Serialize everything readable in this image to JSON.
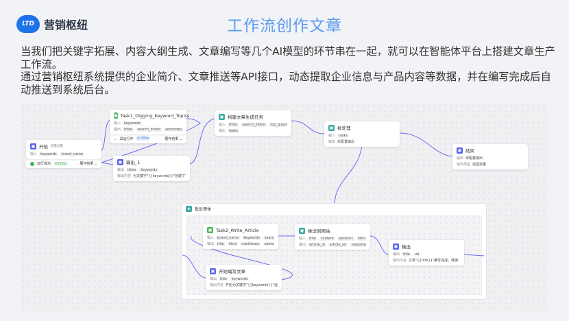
{
  "header": {
    "logo_text": "LTD",
    "brand": "营销枢纽",
    "title": "工作流创作文章"
  },
  "description": [
    "当我们把关键字拓展、内容大纲生成、文章编写等几个AI模型的环节串在一起，就可以在智能体平台上搭建文章生产工作流。",
    "通过营销枢纽系统提供的企业简介、文章推送等API接口，动态提取企业信息与产品内容等数据，并在编写完成后自动推送到系统后台。"
  ],
  "status": {
    "start": {
      "label": "运行成功",
      "badge": "0.000s",
      "link": "展开结果 ⌄"
    },
    "task1": {
      "label": "试运行中",
      "badge": "0.000s",
      "link": "展开结果 ⌄"
    }
  },
  "batch_body": {
    "title": "批处理体"
  },
  "colors": {
    "accent": "#5b5ef0",
    "title": "#5b9bf0"
  },
  "nodes": [
    {
      "id": "start",
      "title": "开始",
      "sub": "变量设置",
      "icon": "#5a63f0",
      "rows": [
        {
          "label": "输入",
          "tags": [
            "keywords",
            "brand_name"
          ]
        }
      ]
    },
    {
      "id": "task1",
      "title": "Task1_Digging_Keyword_Topics",
      "icon": "#4fb45e",
      "rows": [
        {
          "label": "输入",
          "tags": [
            "keywords"
          ]
        },
        {
          "label": "输出",
          "tags": [
            "titles",
            "search_intent",
            "secondary_k..."
          ]
        }
      ]
    },
    {
      "id": "output1",
      "title": "输出_1",
      "icon": "#5a63f0",
      "rows": [
        {
          "label": "输出",
          "tags": [
            "titles",
            "keywords"
          ]
        },
        {
          "label": "输出内容",
          "text": "为关键字\"{{keywords}}\"创建了下面的标..."
        }
      ]
    },
    {
      "id": "build",
      "title": "构建文章生成任务",
      "icon": "#3aa99f",
      "rows": [
        {
          "label": "输入",
          "tags": [
            "titles",
            "search_intent",
            "top_questio..."
          ]
        },
        {
          "label": "输出",
          "tags": [
            "tasks"
          ]
        }
      ]
    },
    {
      "id": "batch",
      "title": "批处理",
      "icon": "#3aa99f",
      "rows": [
        {
          "label": "输入",
          "tags": [
            "tasks"
          ]
        },
        {
          "label": "输出",
          "text": "未配置输出"
        }
      ]
    },
    {
      "id": "end",
      "title": "结束",
      "icon": "#5a63f0",
      "rows": [
        {
          "label": "输出",
          "text": "未配置输出"
        },
        {
          "label": "输出类型",
          "text": "返回变量"
        }
      ]
    },
    {
      "id": "task2",
      "title": "Task2_Write_Article",
      "icon": "#4fb45e",
      "rows": [
        {
          "label": "输入",
          "tags": [
            "brand_name",
            "keywords",
            "search_i..."
          ]
        },
        {
          "label": "输出",
          "tags": [
            "title",
            "html",
            "markdown",
            "abstract"
          ]
        }
      ]
    },
    {
      "id": "push",
      "title": "推送到网站",
      "icon": "#3aa99f",
      "rows": [
        {
          "label": "输入",
          "tags": [
            "title",
            "content",
            "abstract",
            "html"
          ]
        },
        {
          "label": "输出",
          "tags": [
            "article_id",
            "article_url",
            "response_message"
          ]
        }
      ]
    },
    {
      "id": "beginwrite",
      "title": "开始编写文章",
      "icon": "#5a63f0",
      "rows": [
        {
          "label": "输出",
          "tags": [
            "title",
            "keywords"
          ]
        },
        {
          "label": "输出内容",
          "text": "开始为关键字\"{{keywords}}\"运写文章\"{{..."
        }
      ]
    },
    {
      "id": "out",
      "title": "输出",
      "icon": "#5a63f0",
      "rows": [
        {
          "label": "输出",
          "tags": [
            "title",
            "url"
          ]
        },
        {
          "label": "输出内容",
          "text": "文章\"{{title}}\"编写完成。链接：{{url}}"
        }
      ]
    }
  ]
}
